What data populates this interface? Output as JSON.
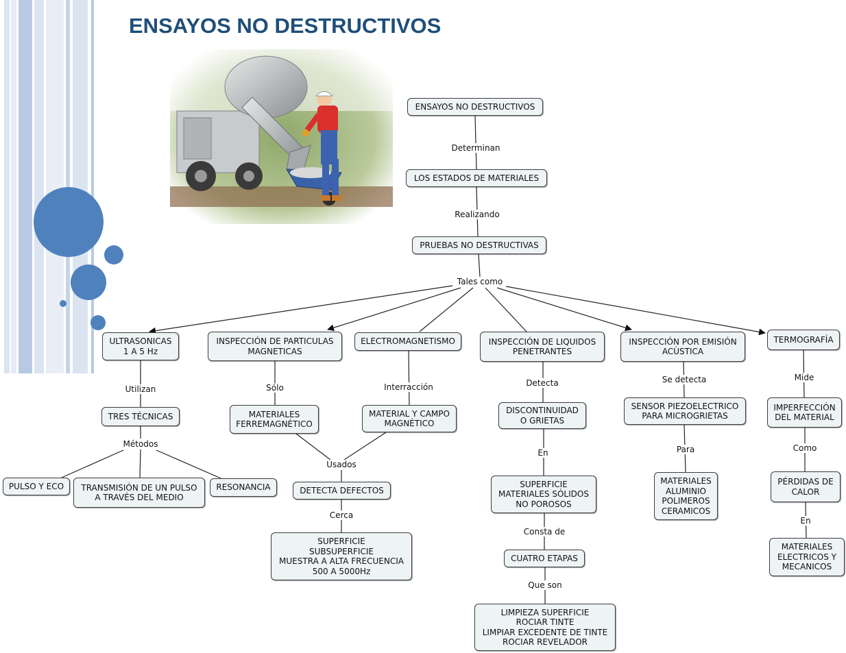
{
  "page": {
    "title": "ENSAYOS NO DESTRUCTIVOS"
  },
  "colors": {
    "title": "#1f4e79",
    "circle": "#4f81bd",
    "stripe_light": "#dbe4f1",
    "stripe_mid": "#b8c9e3",
    "node_fill": "#eef3f5",
    "node_border": "#3c3c3c"
  },
  "nodes": {
    "end": "ENSAYOS NO DESTRUCTIVOS",
    "estados": "LOS ESTADOS DE MATERIALES",
    "pruebas": "PRUEBAS NO DESTRUCTIVAS",
    "ultra": "ULTRASONICAS\n1 A 5 Hz",
    "particulas": "INSPECCIÓN DE PARTICULAS\nMAGNETICAS",
    "electro": "ELECTROMAGNETISMO",
    "liquidos": "INSPECCIÓN DE LIQUIDOS\nPENETRANTES",
    "emision": "INSPECCIÓN POR EMISIÓN\nACÙSTICA",
    "termo": "TERMOGRAFÍA",
    "tres": "TRES TÉCNICAS",
    "pulso": "PULSO Y ECO",
    "transmision": "TRANSMISIÓN DE UN PULSO\nA TRAVÉS DEL MEDIO",
    "resonancia": "RESONANCIA",
    "ferro": "MATERIALES\nFERREMAGNÉTICO",
    "campo": "MATERIAL Y CAMPO\nMAGNÉTICO",
    "detecta": "DETECTA DEFECTOS",
    "superficie1": "SUPERFICIE\nSUBSUPERFICIE\nMUESTRA A ALTA FRECUENCIA\n500 A 5000Hz",
    "discontinuidad": "DISCONTINUIDAD\nO GRIETAS",
    "superficie2": "SUPERFICIE\nMATERIALES SÓLIDOS\nNO POROSOS",
    "cuatro": "CUATRO ETAPAS",
    "limpieza": "LIMPIEZA SUPERFICIE\nROCIAR TINTE\nLIMPIAR EXCEDENTE DE TINTE\nROCIAR REVELADOR",
    "sensor": "SENSOR PIEZOELECTRICO\nPARA MICROGRIETAS",
    "materiales_alu": "MATERIALES\nALUMINIO\nPOLIMEROS\nCERAMICOS",
    "imperfeccion": "IMPERFECCIÓN\nDEL MATERIAL",
    "perdidas": "PÉRDIDAS DE\nCALOR",
    "electricos": "MATERIALES\nELECTRICOS Y\nMECANICOS"
  },
  "labels": {
    "determinan": "Determinan",
    "realizando": "Realizando",
    "tales": "Tales como",
    "utilizan": "Utilizan",
    "metodos": "Métodos",
    "solo": "Sólo",
    "interraccion": "Interracción",
    "usados": "Usados",
    "cerca": "Cerca",
    "detecta_l": "Detecta",
    "en1": "En",
    "consta": "Consta de",
    "queson": "Que son",
    "sedetecta": "Se detecta",
    "para": "Para",
    "mide": "Mide",
    "como": "Como",
    "en2": "En"
  }
}
